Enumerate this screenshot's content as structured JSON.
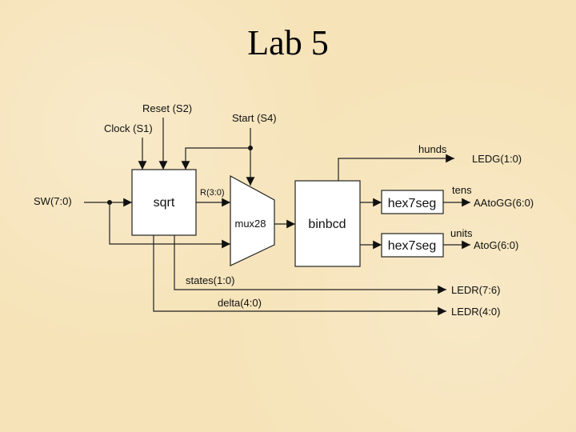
{
  "slide": {
    "title": "Lab 5"
  },
  "inputs": {
    "reset": "Reset (S2)",
    "clock": "Clock (S1)",
    "start": "Start (S4)",
    "switches": "SW(7:0)"
  },
  "blocks": {
    "sqrt": "sqrt",
    "mux": "mux28",
    "binbcd": "binbcd",
    "hex_tens": "hex7seg",
    "hex_units": "hex7seg"
  },
  "signals": {
    "r": "R(3:0)",
    "hunds": "hunds",
    "tens": "tens",
    "units": "units",
    "states": "states(1:0)",
    "delta": "delta(4:0)"
  },
  "outputs": {
    "ledg": "LEDG(1:0)",
    "aatogg": "AAtoGG(6:0)",
    "atog": "AtoG(6:0)",
    "ledr_76": "LEDR(7:6)",
    "ledr_40": "LEDR(4:0)"
  }
}
